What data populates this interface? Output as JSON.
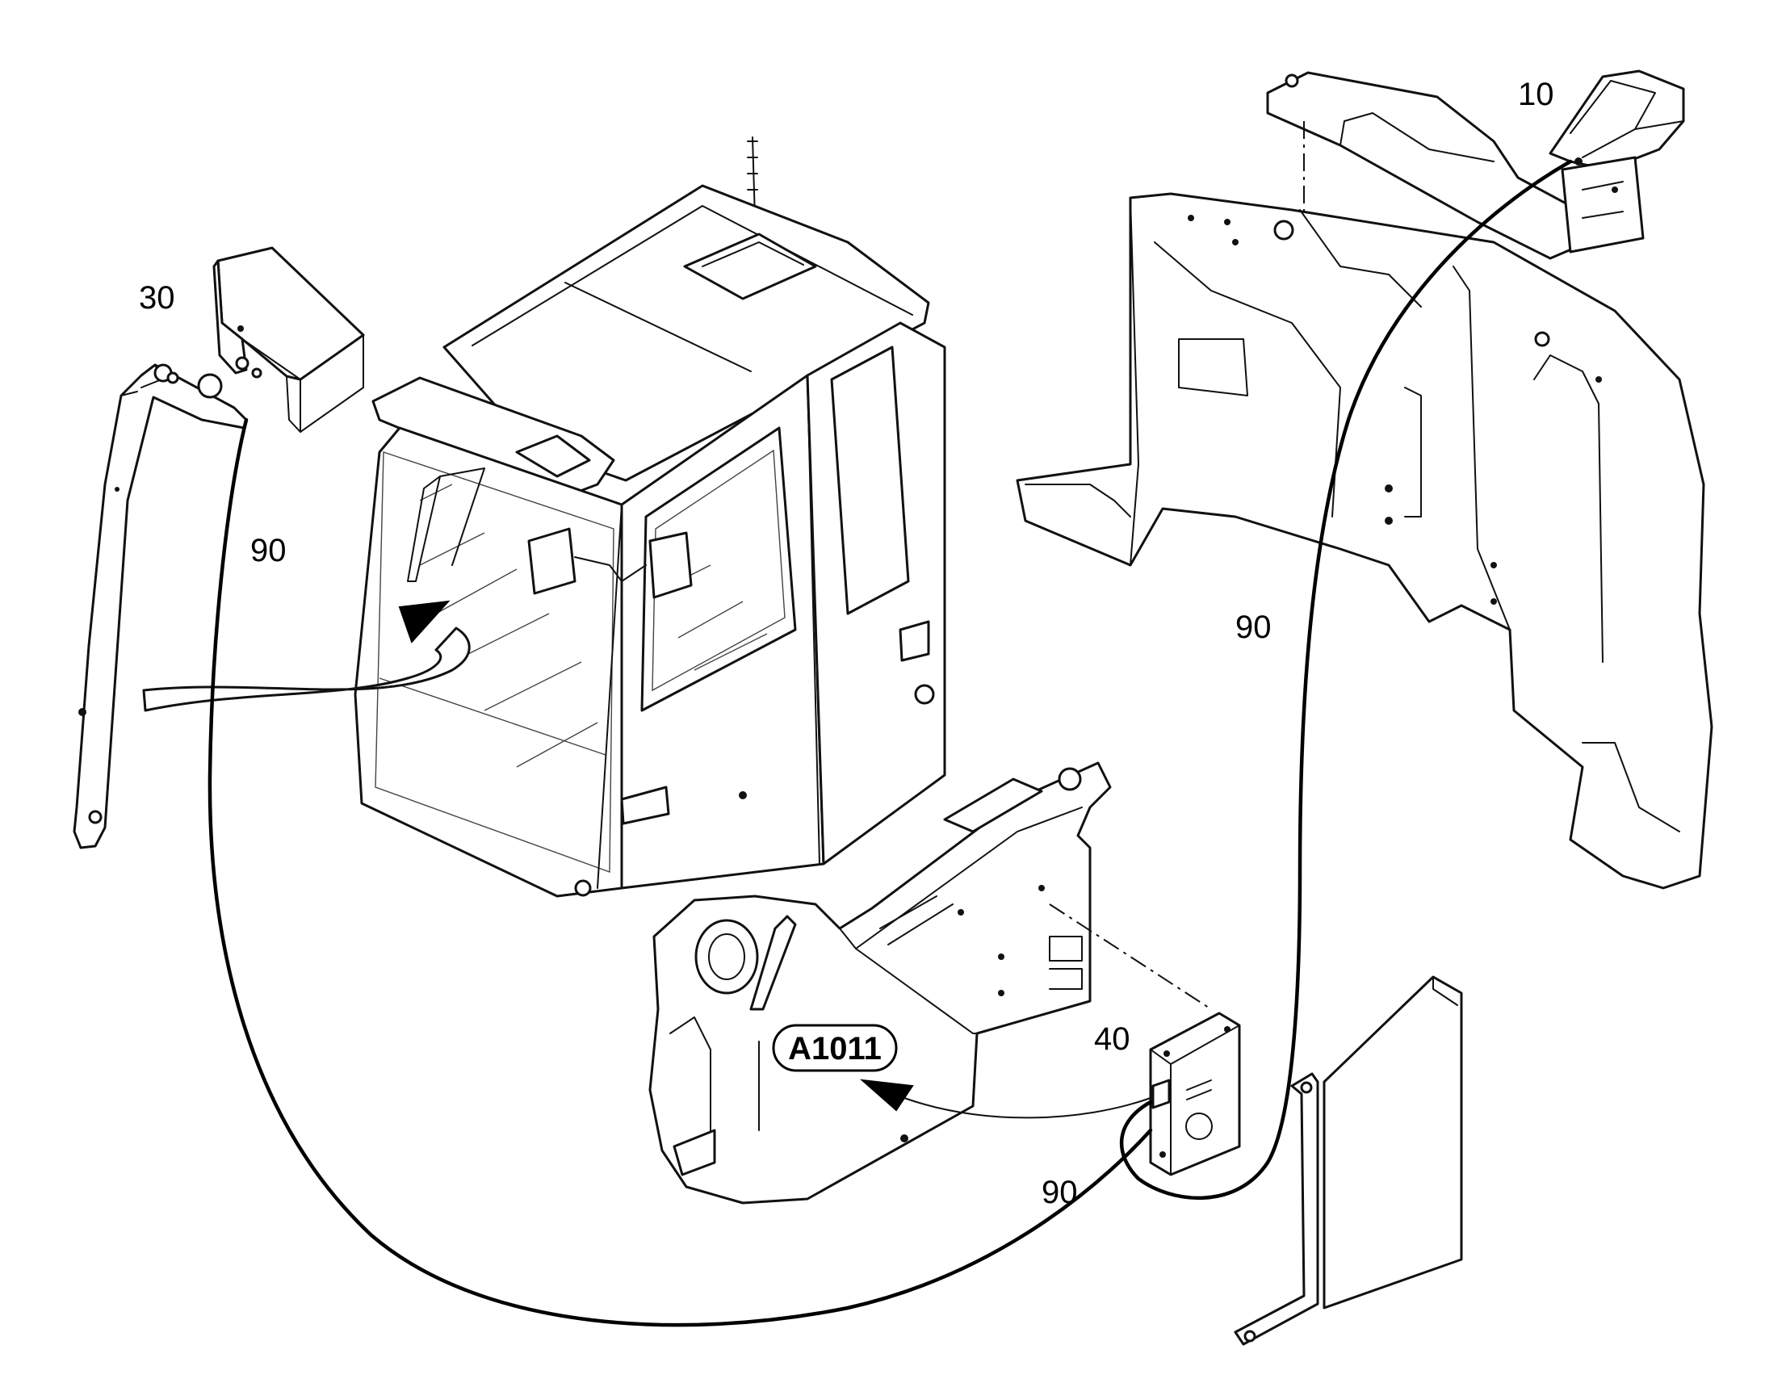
{
  "callouts": {
    "monitor": "10",
    "camera": "30",
    "controller": "40",
    "cable_left": "90",
    "cable_right": "90",
    "cable_bottom": "90"
  },
  "reference": {
    "label": "A1011"
  }
}
